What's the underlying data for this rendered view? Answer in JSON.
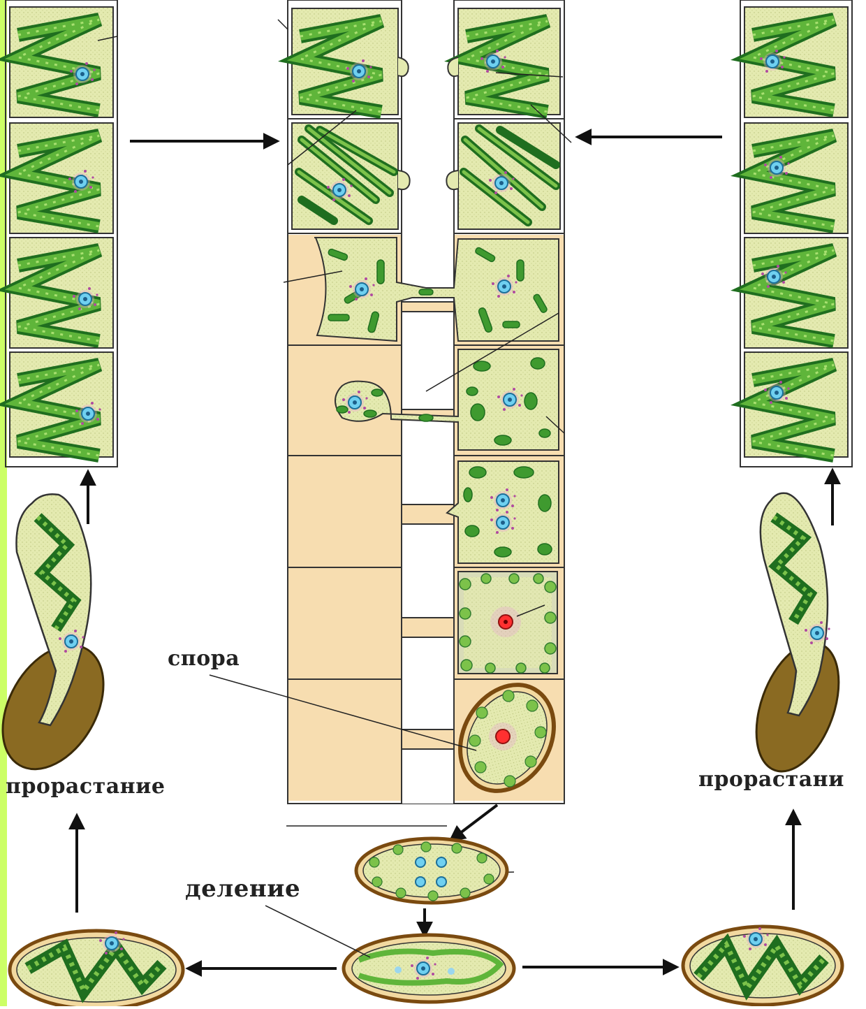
{
  "labels": {
    "spore": "спора",
    "division": "деление",
    "germination_left": "прорастание",
    "germination_right": "прорастани"
  },
  "colors": {
    "edge_strip": "#ccff66",
    "cell_fill": "#e6ecb0",
    "chloroplast": "#2e8b2e",
    "chloroplast_light": "#7cc24a",
    "conjugation_bg": "#f7ddb0",
    "nucleus": "#3aa8d8",
    "zygote_nucleus": "#e02020",
    "zygospore_wall": "#8a5a1e",
    "germling_shell": "#8a6a22",
    "arrow": "#111111"
  }
}
